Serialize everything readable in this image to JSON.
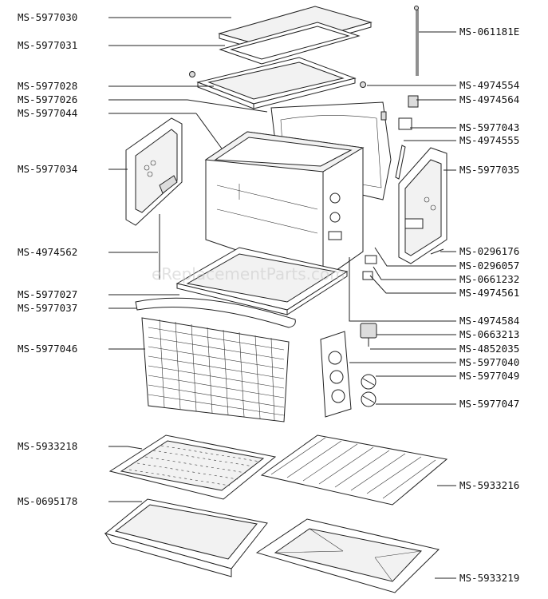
{
  "watermark": "eReplacementParts.com",
  "labels_left": [
    "MS-5977030",
    "MS-5977031",
    "MS-5977028",
    "MS-5977026",
    "MS-5977044",
    "MS-5977034",
    "MS-4974562",
    "MS-5977027",
    "MS-5977037",
    "MS-5977046",
    "MS-5933218",
    "MS-0695178"
  ],
  "labels_right": [
    "MS-061181E",
    "MS-4974554",
    "MS-4974564",
    "MS-5977043",
    "MS-4974555",
    "MS-5977035",
    "MS-0296176",
    "MS-0296057",
    "MS-0661232",
    "MS-4974561",
    "MS-4974584",
    "MS-0663213",
    "MS-4852035",
    "MS-5977040",
    "MS-5977049",
    "MS-5977047",
    "MS-5933216",
    "MS-5933219"
  ]
}
